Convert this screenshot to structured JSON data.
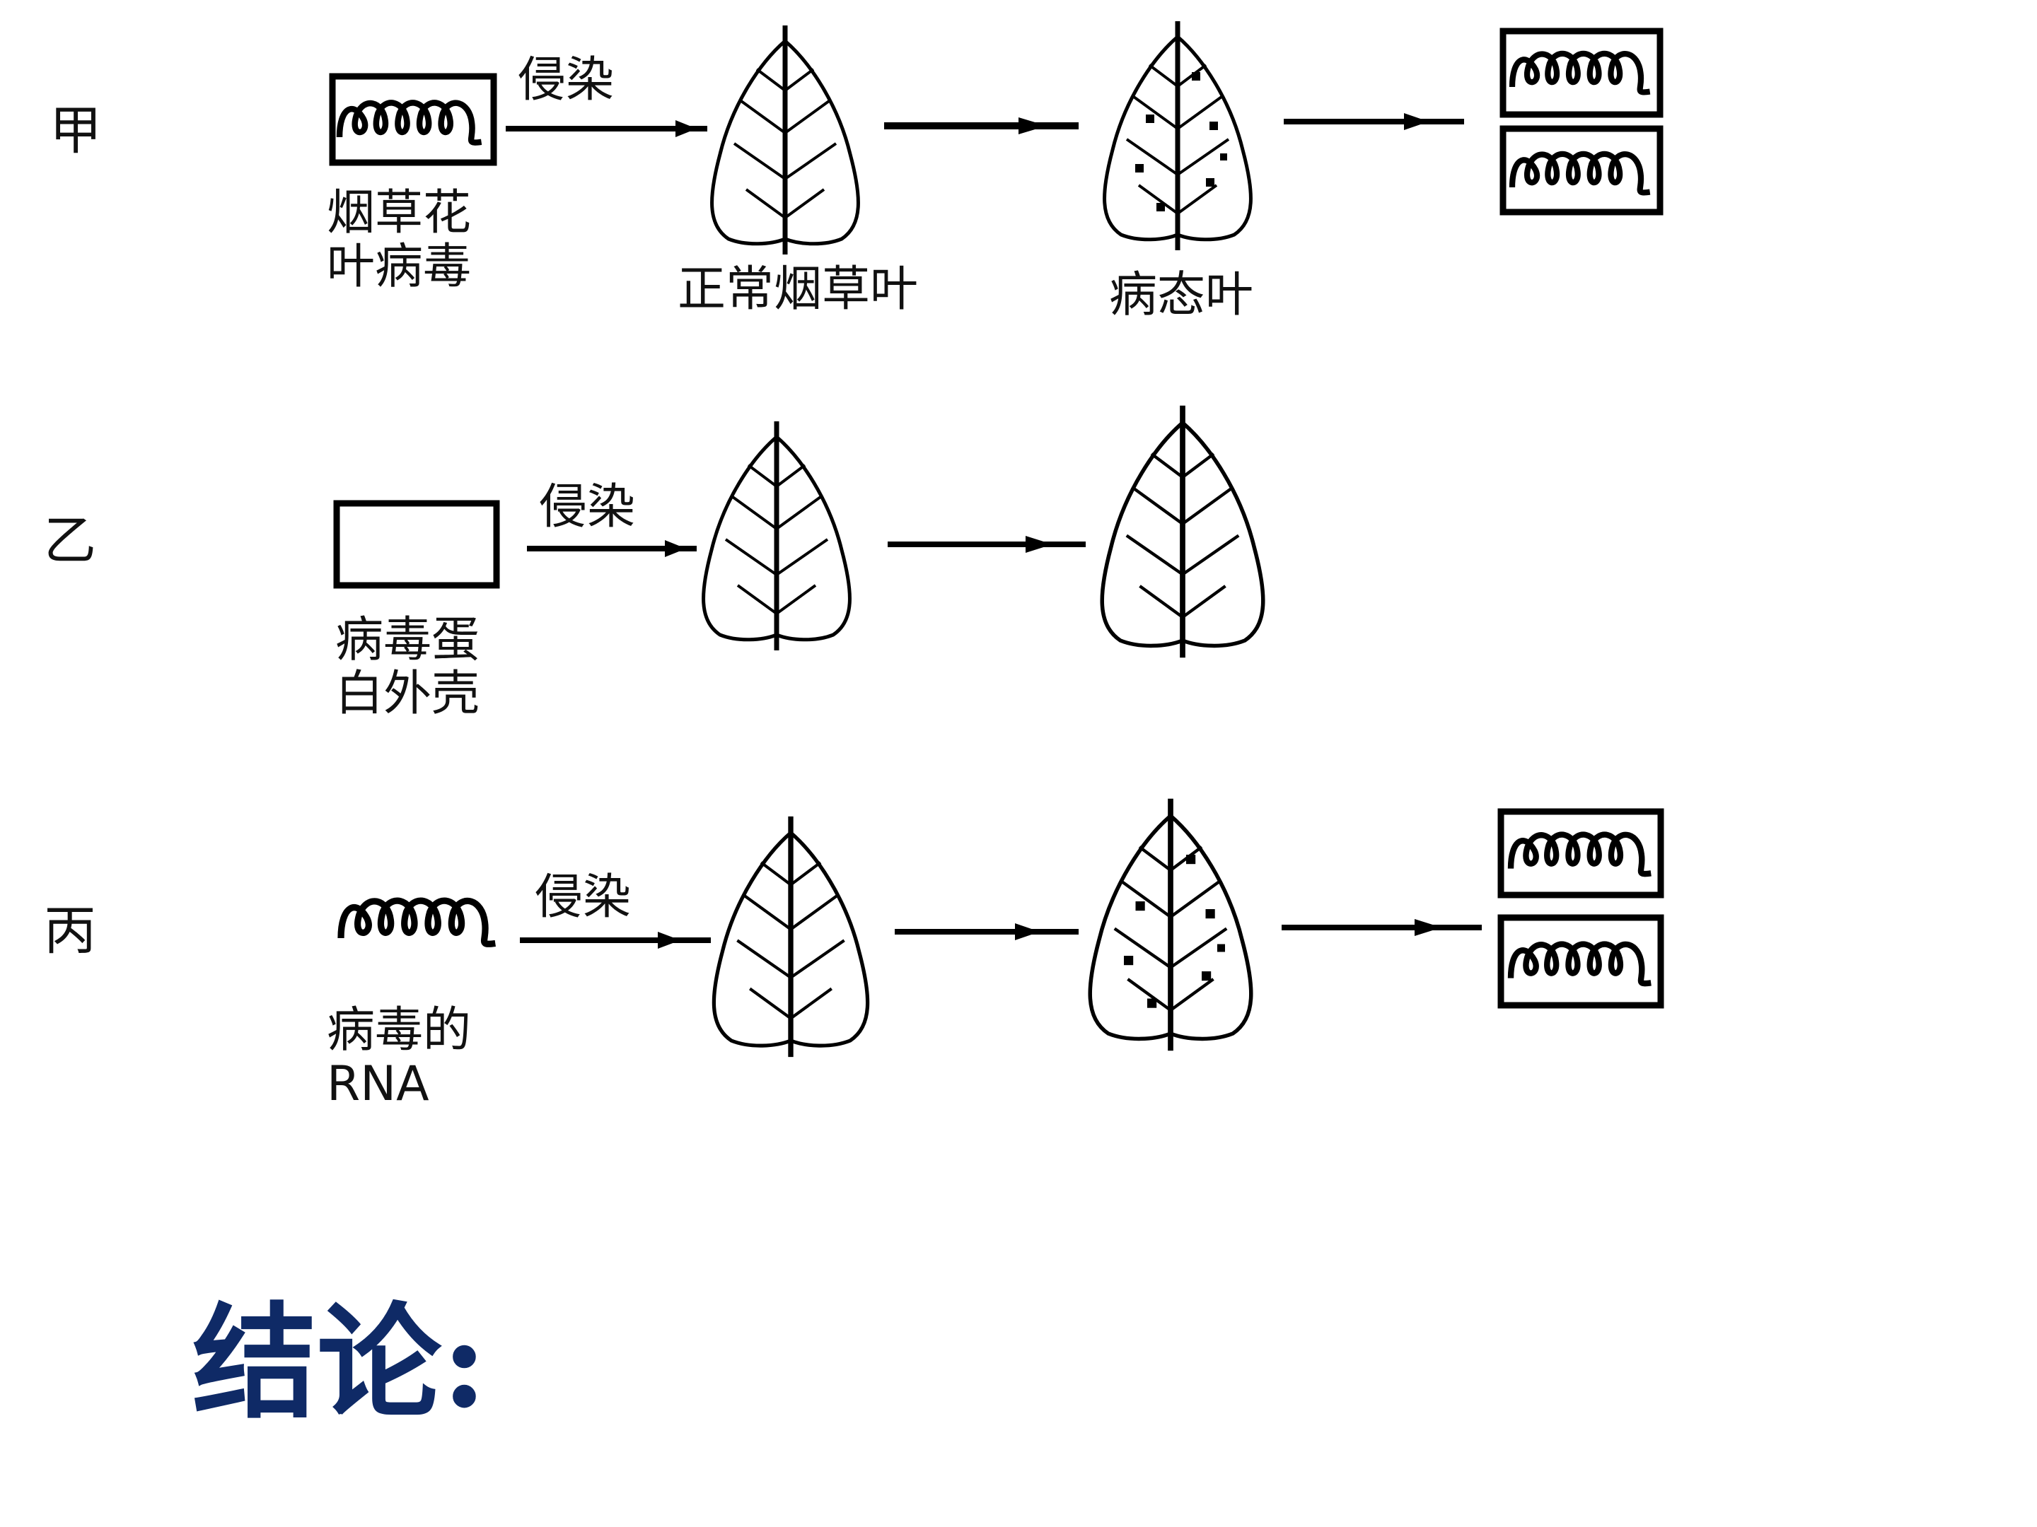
{
  "rows": [
    {
      "id": "jia",
      "label": "甲",
      "source_caption": "烟草花\n叶病毒",
      "arrow_label": "侵染",
      "leaf1_caption": "正常烟草叶",
      "leaf2_caption": "病态叶"
    },
    {
      "id": "yi",
      "label": "乙",
      "source_caption": "病毒蛋\n白外壳",
      "arrow_label": "侵染"
    },
    {
      "id": "bing",
      "label": "丙",
      "source_caption": "病毒的\nRNA",
      "arrow_label": "侵染"
    }
  ],
  "conclusion": "结论:",
  "colors": {
    "line": "#000000",
    "conclusion": "#0f2a66"
  }
}
